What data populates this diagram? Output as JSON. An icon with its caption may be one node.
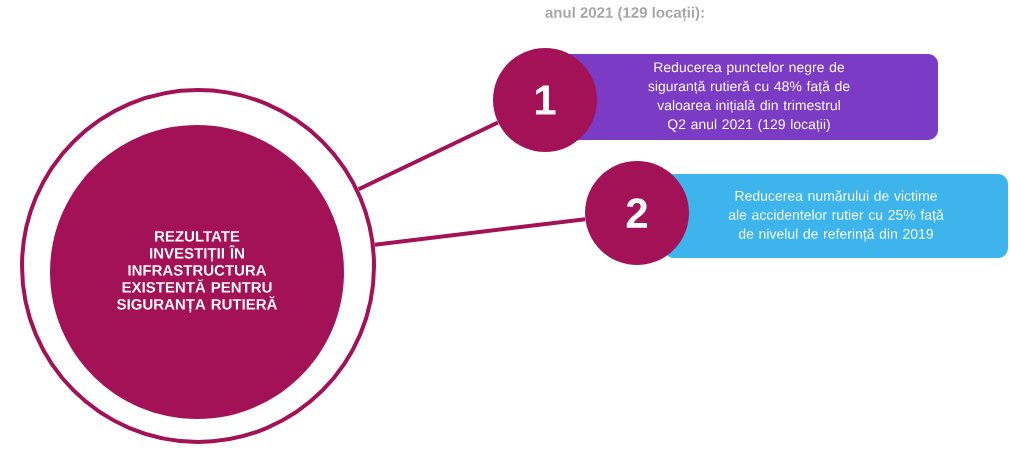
{
  "diagram": {
    "nodes": [
      {
        "text": [],
        "shape": "circle"
      },
      {
        "text": [
          "REZULTATE INVESTIȚII ÎN INFRASTRUCTURA EXISTENTĂ PENTRU SIGURANȚA RUTIERĂ"
        ],
        "in": 0
      },
      {
        "text": [
          "1"
        ]
      },
      {
        "text": [
          "Reducerea punctelor negre de siguranță rutieră cu 48% față de valoarea inițială din trimestrul Q2 anul 2021 (129 locații)"
        ]
      },
      {
        "text": [
          "2"
        ]
      },
      {
        "text": [
          "Reducerea numărului de victime ale accidentelor rutier cu 25% față de nivelul de referință din 2019"
        ]
      }
    ],
    "edges": [
      {
        "from": 0,
        "to": 2,
        "arrow": "none"
      },
      {
        "from": 0,
        "to": 4,
        "arrow": "none"
      }
    ],
    "labels": [
      "anul 2021 (129 locații):"
    ]
  }
}
